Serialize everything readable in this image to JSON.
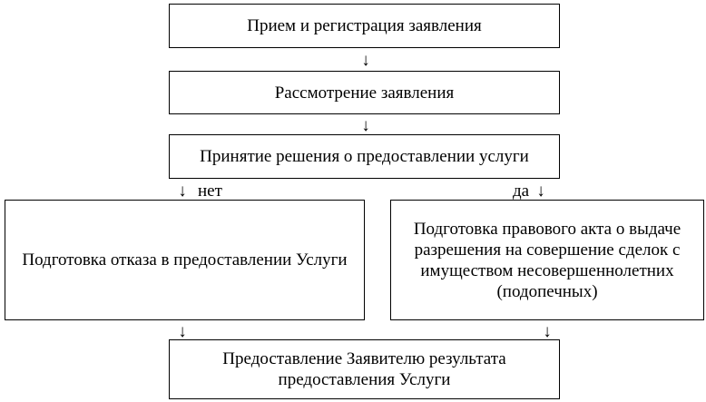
{
  "diagram": {
    "nodes": {
      "registration": "Прием и регистрация заявления",
      "review": "Рассмотрение заявления",
      "decision": "Принятие решения о предоставлении услуги",
      "refusal": "Подготовка отказа в предоставлении Услуги",
      "permission": "Подготовка правового акта о выдаче разрешения на совершение сделок с имуществом несовершеннолетних (подопечных)",
      "result": "Предоставление Заявителю результата предоставления Услуги"
    },
    "branch_labels": {
      "no": "нет",
      "yes": "да"
    },
    "arrow_glyph": "↓",
    "colors": {
      "line": "#000000",
      "background": "#ffffff",
      "text": "#000000"
    }
  }
}
